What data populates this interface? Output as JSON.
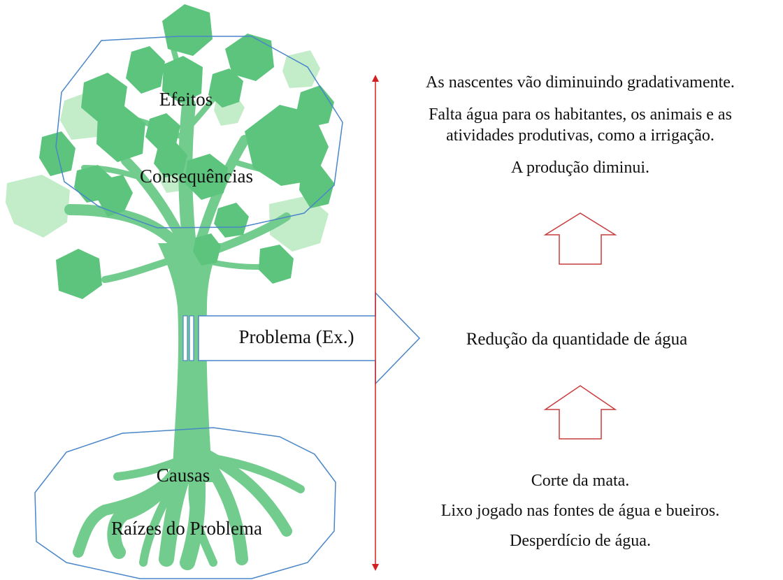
{
  "tree": {
    "top_label": "Efeitos",
    "top_sublabel": "Consequências",
    "bottom_label": "Causas",
    "bottom_sublabel": "Raízes do Problema"
  },
  "problem_arrow": {
    "label": "Problema (Ex.)"
  },
  "problem_statement": "Redução da quantidade de água",
  "effects": [
    "As nascentes vão diminuindo gradativamente.",
    "Falta água para os habitantes, os animais e as",
    "atividades produtivas, como a irrigação.",
    "A produção diminui."
  ],
  "causes": [
    "Corte da mata.",
    "Lixo jogado nas fontes de água e bueiros.",
    "Desperdício de água."
  ],
  "colors": {
    "leaf_dark": "#5dc47e",
    "leaf_light": "#c3ecc9",
    "trunk": "#72cc8d",
    "outline_blue": "#4a86c8",
    "axis_red": "#d22020",
    "up_arrow_red": "#c83c3c"
  }
}
